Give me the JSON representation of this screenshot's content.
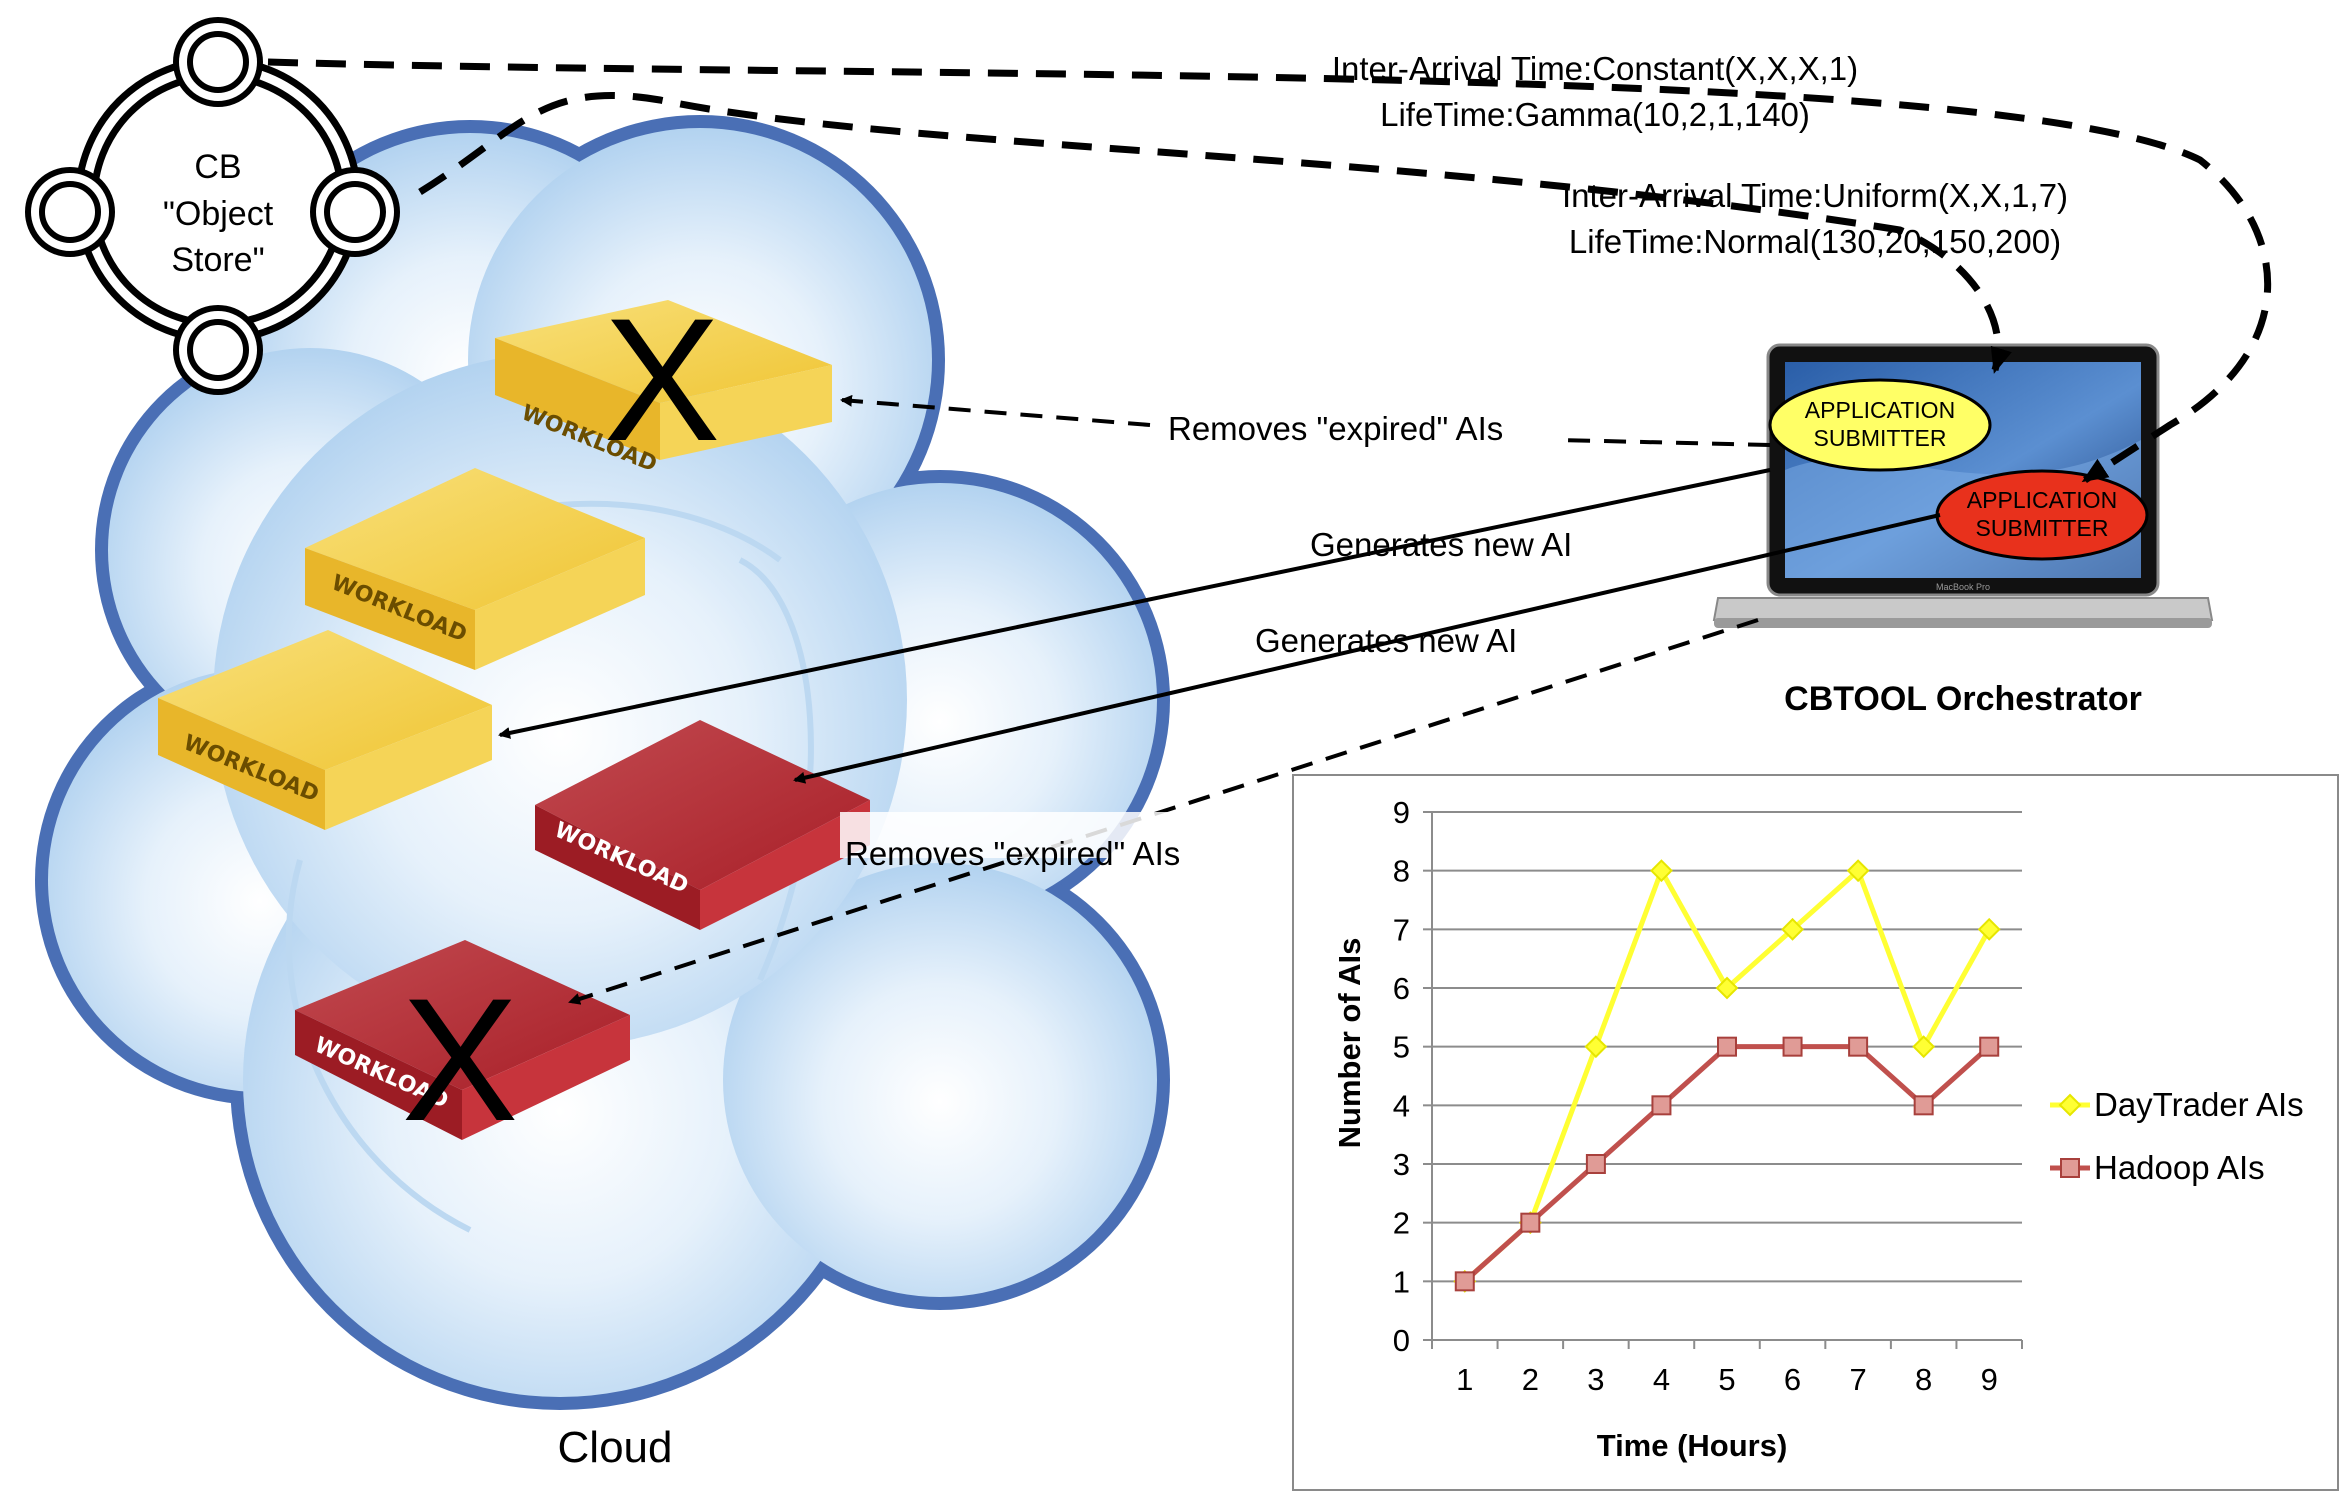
{
  "object_store": {
    "line1": "CB",
    "line2": "\"Object",
    "line3": "Store\""
  },
  "cloud": {
    "label": "Cloud"
  },
  "workload": {
    "label": "WORKLOAD",
    "x_mark": "X"
  },
  "orchestrator": {
    "label": "CBTOOL Orchestrator",
    "submitter_yellow": {
      "line1": "APPLICATION",
      "line2": "SUBMITTER"
    },
    "submitter_red": {
      "line1": "APPLICATION",
      "line2": "SUBMITTER"
    },
    "laptop_brand": "MacBook Pro"
  },
  "params": {
    "red_interarrival": "Inter-Arrival Time:Constant(X,X,X,1)",
    "red_lifetime": "LifeTime:Gamma(10,2,1,140)",
    "yellow_interarrival": "Inter-Arrival Time:Uniform(X,X,1,7)",
    "yellow_lifetime": "LifeTime:Normal(130,20,150,200)"
  },
  "arrows": {
    "removes_top": "Removes \"expired\" AIs",
    "generates_1": "Generates new AI",
    "generates_2": "Generates new AI",
    "removes_bottom": "Removes \"expired\" AIs"
  },
  "colors": {
    "yellow_box": "#f2c93a",
    "red_box": "#b5232c",
    "cloud_border": "#4a6fb5",
    "cloud_fill": "#cfe4f6",
    "daytrader_line": "#ffff33",
    "hadoop_line": "#c0504d"
  },
  "chart_data": {
    "type": "line",
    "x": [
      1,
      2,
      3,
      4,
      5,
      6,
      7,
      8,
      9
    ],
    "series": [
      {
        "name": "DayTrader AIs",
        "values": [
          1,
          2,
          5,
          8,
          6,
          7,
          8,
          5,
          7
        ]
      },
      {
        "name": "Hadoop AIs",
        "values": [
          1,
          2,
          3,
          4,
          5,
          5,
          5,
          4,
          5
        ]
      }
    ],
    "xlabel": "Time (Hours)",
    "ylabel": "Number of AIs",
    "ylim": [
      0,
      9
    ],
    "yticks": [
      0,
      1,
      2,
      3,
      4,
      5,
      6,
      7,
      8,
      9
    ],
    "xticks": [
      1,
      2,
      3,
      4,
      5,
      6,
      7,
      8,
      9
    ],
    "grid": true,
    "legend": "right"
  }
}
